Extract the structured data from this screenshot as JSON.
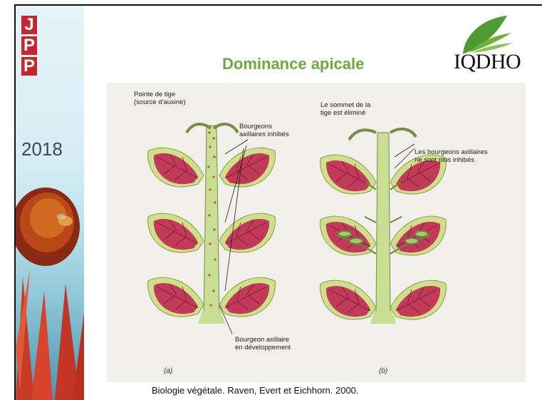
{
  "sidebar": {
    "letters": [
      "J",
      "P",
      "P"
    ],
    "year": "2018"
  },
  "header": {
    "title": "Dominance apicale",
    "logo_text": "IQDHO"
  },
  "figure": {
    "label_a_tip": "Pointe de tige\n(source d'auxine)",
    "label_a_buds": "Bourgeons\naxillaires inhibés",
    "label_a_dev": "Bourgeon axillaire\nen développement",
    "label_b_top": "Le sommet de la\ntige est éliminé",
    "label_b_buds": "Les bourgeons axillaires\nne sont plus inhibés",
    "panel_a": "(a)",
    "panel_b": "(b)"
  },
  "caption": "Biologie végétale. Raven, Evert et Eichhorn. 2000.",
  "colors": {
    "title": "#6aaa3a",
    "stem": "#c8df93",
    "leaf_inner": "#c23a5a",
    "leaf_edge": "#cfe08a",
    "jpp_red": "#c6262d"
  }
}
